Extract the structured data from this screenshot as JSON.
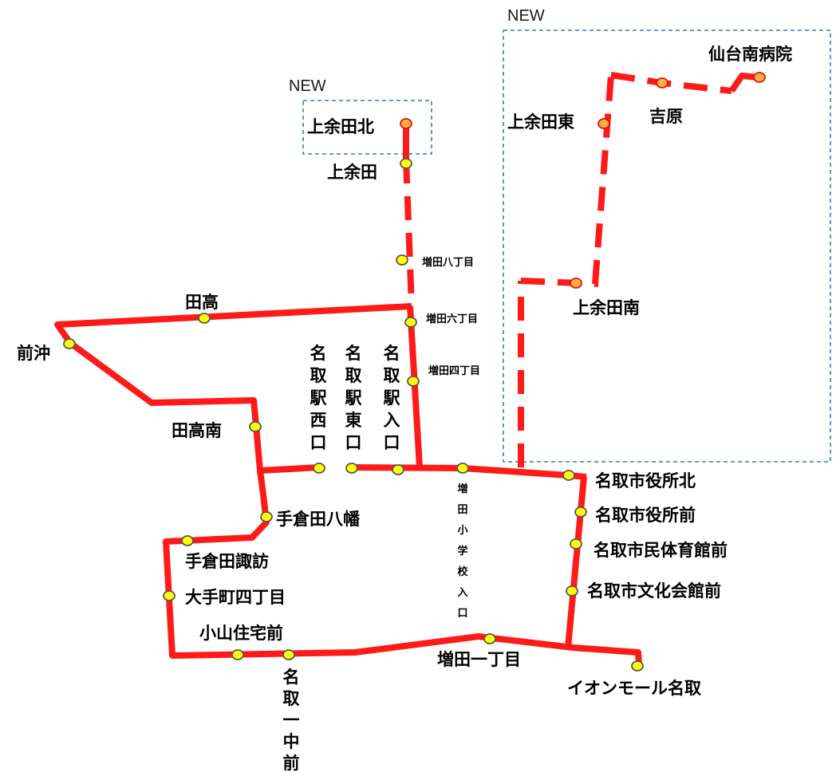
{
  "colors": {
    "route": "#ff1a1a",
    "stop_fill": "#ffff00",
    "stop_stroke": "#555555",
    "new_stop_fill": "#ffb040",
    "new_stop_stroke": "#e01010",
    "new_box": "#2e7fc0"
  },
  "new_labels": {
    "left": "NEW",
    "right": "NEW"
  },
  "stops": {
    "kamiyoda_kita": "上余田北",
    "kamiyoda": "上余田",
    "masuda_8": "増田八丁目",
    "masuda_6": "増田六丁目",
    "masuda_4": "増田四丁目",
    "takadaka": "田高",
    "maeoki": "前沖",
    "takadaka_minami": "田高南",
    "natori_eki_nishiguchi": "名取駅西口",
    "natori_eki_higashiguchi": "名取駅東口",
    "natori_eki_iriguchi": "名取駅入口",
    "masuda_shogakko_iriguchi": "増田小学校入口",
    "tekurada_hachiman": "手倉田八幡",
    "tekurada_suwa": "手倉田諏訪",
    "otemachi_4": "大手町四丁目",
    "koyama_jutaku_mae": "小山住宅前",
    "natori_ichichu_mae": "名取一中前",
    "masuda_1": "増田一丁目",
    "aeon_mall_natori": "イオンモール名取",
    "shiyakusho_kita": "名取市役所北",
    "shiyakusho_mae": "名取市役所前",
    "shimin_taiikukan_mae": "名取市民体育館前",
    "bunka_kaikan_mae": "名取市文化会館前",
    "kamiyoda_higashi": "上余田東",
    "yoshihara": "吉原",
    "sendai_minami_byoin": "仙台南病院",
    "kamiyoda_minami": "上余田南"
  }
}
